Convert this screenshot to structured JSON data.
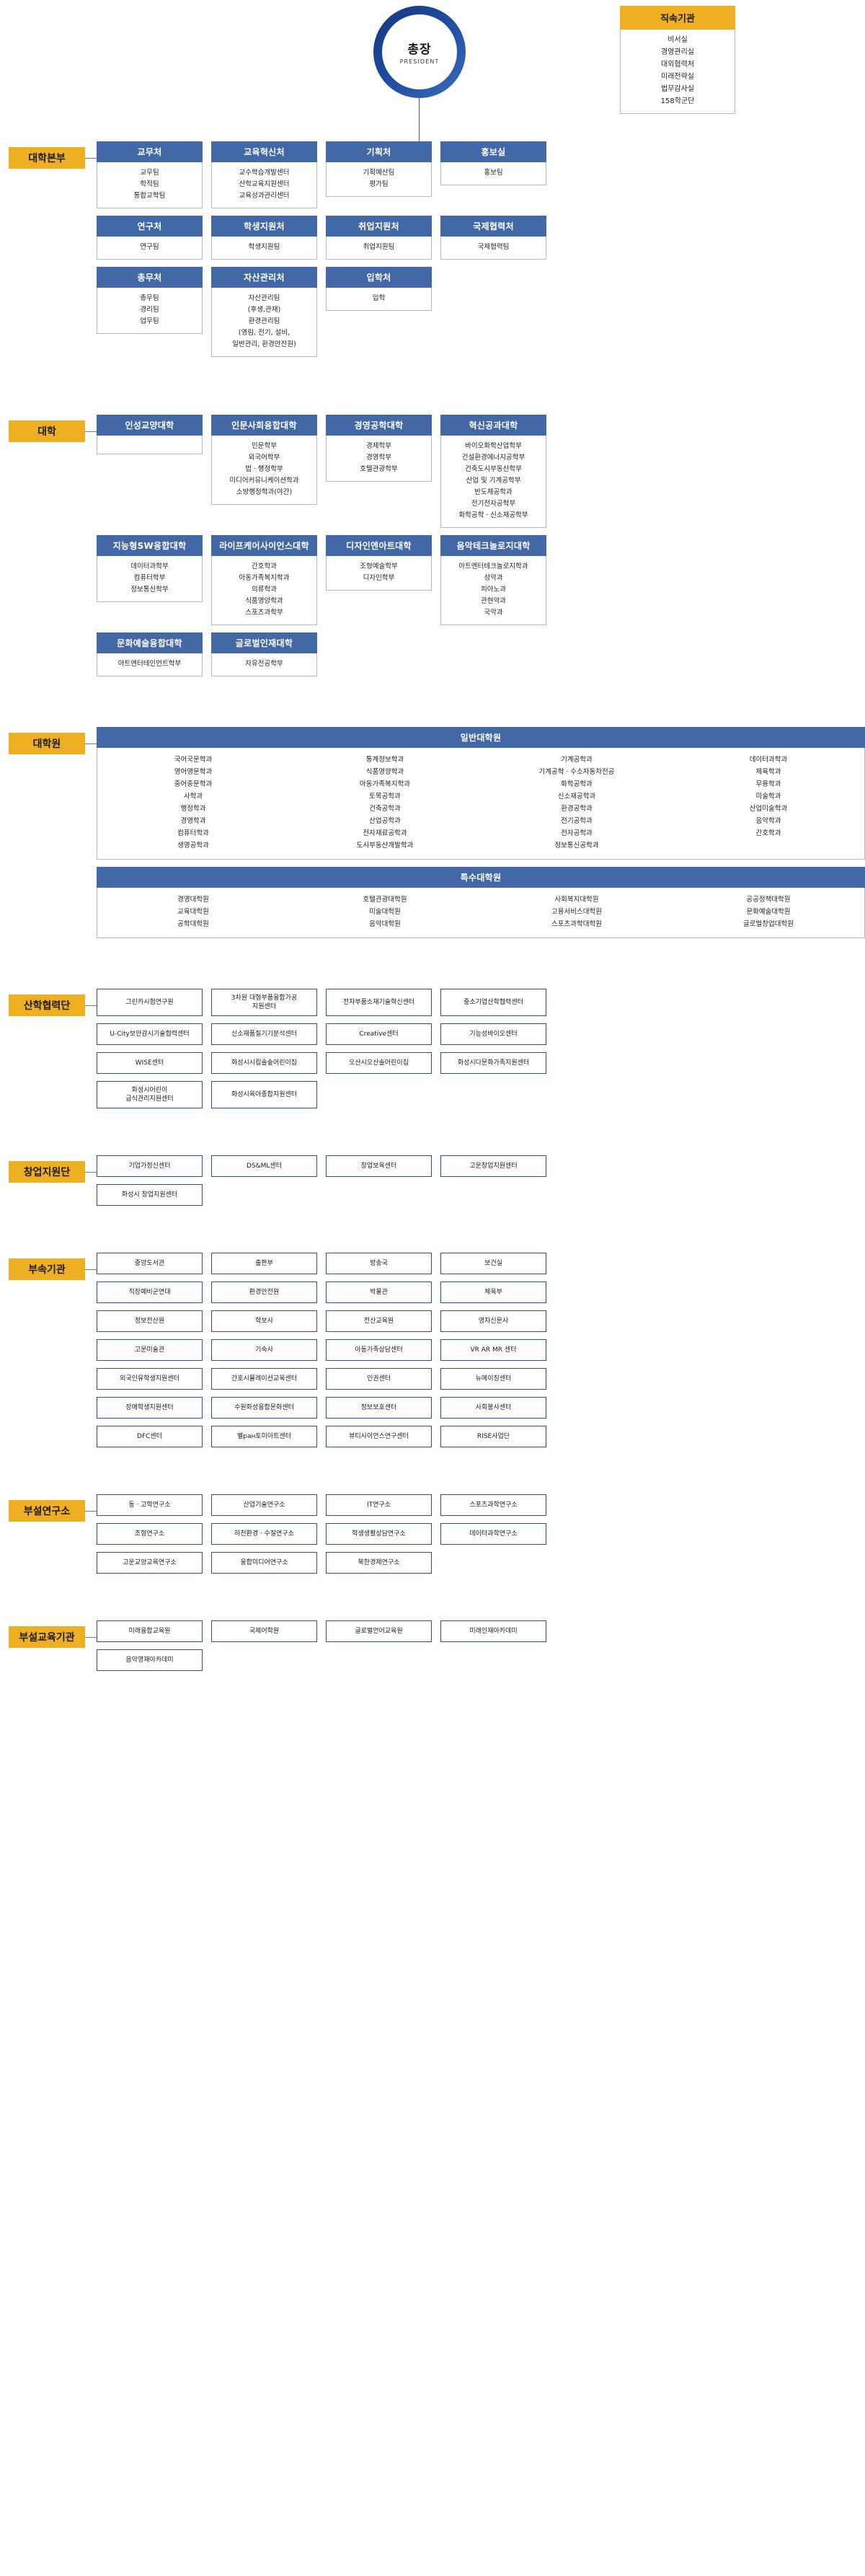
{
  "president": {
    "name_ko": "총장",
    "name_en": "PRESIDENT"
  },
  "direct_org": {
    "title": "직속기관",
    "items": [
      "비서실",
      "경영관리실",
      "대외협력처",
      "미래전략실",
      "법무감사실",
      "158학군단"
    ]
  },
  "categories": {
    "hq": "대학본부",
    "college": "대학",
    "grad": "대학원",
    "industry": "산학협력단",
    "startup": "창업지원단",
    "affiliated": "부속기관",
    "research": "부설연구소",
    "education": "부설교육기관"
  },
  "hq": {
    "rows": [
      [
        {
          "head": "교무처",
          "items": [
            "교무팀",
            "학적팀",
            "통합교학팀"
          ]
        },
        {
          "head": "교육혁신처",
          "items": [
            "교수학습개발센터",
            "산학교육지원센터",
            "교육성과관리센터"
          ]
        },
        {
          "head": "기획처",
          "items": [
            "기획예산팀",
            "평가팀"
          ]
        },
        {
          "head": "홍보실",
          "items": [
            "홍보팀"
          ]
        }
      ],
      [
        {
          "head": "연구처",
          "items": [
            "연구팀"
          ]
        },
        {
          "head": "학생지원처",
          "items": [
            "학생지원팀"
          ]
        },
        {
          "head": "취업지원처",
          "items": [
            "취업지원팀"
          ]
        },
        {
          "head": "국제협력처",
          "items": [
            "국제협력팀"
          ]
        }
      ],
      [
        {
          "head": "총무처",
          "items": [
            "총무팀",
            "경리팀",
            "업무팀"
          ]
        },
        {
          "head": "자산관리처",
          "items": [
            "자산관리팀\n(후생,관재)",
            "환경관리팀\n(영림, 전기, 설비,\n일반관리, 환경안전원)"
          ]
        },
        {
          "head": "입학처",
          "items": [
            "입학"
          ]
        }
      ]
    ]
  },
  "colleges": {
    "rows": [
      [
        {
          "head": "인성교양대학",
          "items": []
        },
        {
          "head": "인문사회융합대학",
          "items": [
            "인문학부",
            "외국어학부",
            "법ㆍ행정학부",
            "미디어커뮤니케이션학과",
            "소방행정학과(야간)"
          ]
        },
        {
          "head": "경영공학대학",
          "items": [
            "경제학부",
            "경영학부",
            "호텔관광학부"
          ]
        },
        {
          "head": "혁신공과대학",
          "items": [
            "바이오화학산업학부",
            "건설환경에너지공학부",
            "건축도시부동산학부",
            "산업 및 기계공학부",
            "반도체공학과",
            "전기전자공학부",
            "화학공학ㆍ신소재공학부"
          ]
        }
      ],
      [
        {
          "head": "지능형SW융합대학",
          "items": [
            "데이터과학부",
            "컴퓨터학부",
            "정보통신학부"
          ]
        },
        {
          "head": "라이프케어사이언스대학",
          "items": [
            "간호학과",
            "아동가족복지학과",
            "의류학과",
            "식품영양학과",
            "스포츠과학부"
          ]
        },
        {
          "head": "디자인엔아트대학",
          "items": [
            "조형예술학부",
            "디자인학부"
          ]
        },
        {
          "head": "음악테크놀로지대학",
          "items": [
            "아트엔터테크놀로지학과",
            "성악과",
            "피아노과",
            "관현악과",
            "국악과"
          ]
        }
      ],
      [
        {
          "head": "문화예술융합대학",
          "items": [
            "아트엔터테인먼트학부"
          ]
        },
        {
          "head": "글로벌인재대학",
          "items": [
            "자유전공학부"
          ]
        }
      ]
    ]
  },
  "graduate": {
    "general": {
      "head": "일반대학원",
      "items": [
        "국어국문학과",
        "통계정보학과",
        "기계공학과",
        "데이터과학과",
        "영어영문학과",
        "식품영양학과",
        "기계공학ㆍ수소자동차전공",
        "체육학과",
        "중어중문학과",
        "아동가족복지학과",
        "화학공학과",
        "무용학과",
        "사학과",
        "토목공학과",
        "신소재공학과",
        "미술학과",
        "행정학과",
        "건축공학과",
        "환경공학과",
        "산업미술학과",
        "경영학과",
        "산업공학과",
        "전기공학과",
        "음악학과",
        "컴퓨터학과",
        "전자재료공학과",
        "전자공학과",
        "간호학과",
        "생명공학과",
        "도시부동산개발학과",
        "정보통신공학과",
        ""
      ]
    },
    "special": {
      "head": "특수대학원",
      "items": [
        "경영대학원",
        "호텔관광대학원",
        "사회복지대학원",
        "공공정책대학원",
        "교육대학원",
        "미술대학원",
        "고용서비스대학원",
        "문화예술대학원",
        "공학대학원",
        "음악대학원",
        "스포츠과학대학원",
        "글로벌창업대학원"
      ]
    }
  },
  "industry": {
    "rows": [
      [
        "그린카시험연구원",
        "3차원 대형부품융합가공\n지원센터",
        "전자부품소재기술혁신센터",
        "중소기업산학협력센터"
      ],
      [
        "U-City보안감시기술협력센터",
        "신소재품질기기분석센터",
        "Creative센터",
        "기능성바이오센터"
      ],
      [
        "WISE센터",
        "화성시시립솔숲어린이집",
        "오산시오산솔어린이집",
        "화성시다문화가족지원센터"
      ],
      [
        "화성시어린이\n급식관리지원센터",
        "화성시육아종합지원센터"
      ]
    ]
  },
  "startup": {
    "rows": [
      [
        "기업가정신센터",
        "DS&ML센터",
        "창업보육센터",
        "고운창업지원센터"
      ],
      [
        "화성시 창업지원센터"
      ]
    ]
  },
  "affiliated": {
    "rows": [
      [
        "중앙도서관",
        "출판부",
        "방송국",
        "보건실"
      ],
      [
        "직장예비군연대",
        "환경안전원",
        "박물관",
        "체육부"
      ],
      [
        "정보전산원",
        "학보사",
        "전산교육원",
        "영자신문사"
      ],
      [
        "고운미술관",
        "기숙사",
        "아동가족상담센터",
        "VR AR MR 센터"
      ],
      [
        "외국인유학생지원센터",
        "간호시뮬레이션교육센터",
        "인권센터",
        "뉴메이징센터"
      ],
      [
        "장애학생지원센터",
        "수원화성융합문화센터",
        "정보보호센터",
        "사회봉사센터"
      ],
      [
        "DFC센터",
        "벨ран토미아트센터",
        "뷰티사이언스연구센터",
        "RISE사업단"
      ]
    ]
  },
  "research": {
    "rows": [
      [
        "동ㆍ고학연구소",
        "산업기술연구소",
        "IT연구소",
        "스포츠과학연구소"
      ],
      [
        "조형연구소",
        "하천환경ㆍ수질연구소",
        "학생생활상담연구소",
        "데이터과학연구소"
      ],
      [
        "고운교양교육연구소",
        "융합미디어연구소",
        "북한경제연구소"
      ]
    ]
  },
  "education": {
    "rows": [
      [
        "미래융합교육원",
        "국제어학원",
        "글로벌언어교육원",
        "미래인재아카데미"
      ],
      [
        "음악영재아카데미"
      ]
    ]
  }
}
